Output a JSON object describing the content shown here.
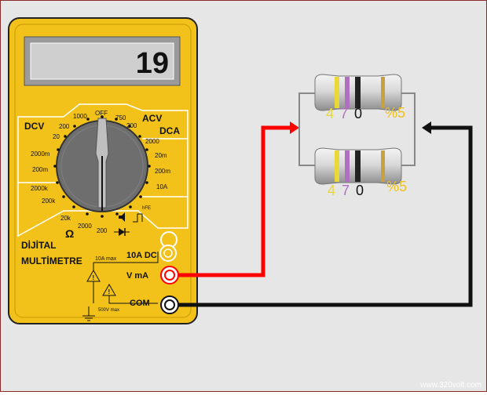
{
  "meter": {
    "display_value": "19",
    "brand_line1": "DİJİTAL",
    "brand_line2": "MULTİMETRE",
    "ranges": {
      "dcv": "DCV",
      "acv": "ACV",
      "dca": "DCA",
      "ohm": "Ω",
      "off": "OFF",
      "dcv_1000": "1000",
      "dcv_200": "200",
      "dcv_20": "20",
      "dcv_2000m": "2000m",
      "dcv_200m": "200m",
      "ohm_2000k": "2000k",
      "ohm_200k": "200k",
      "ohm_20k": "20k",
      "ohm_2000": "2000",
      "ohm_200": "200",
      "acv_750": "750",
      "acv_200": "200",
      "dca_2000": "2000",
      "dca_20m": "20m",
      "dca_200m": "200m",
      "dca_10a": "10A",
      "hfe": "hFE"
    },
    "jacks": {
      "a10_label": "10A DC",
      "a10_max": "10A max",
      "vma_label": "V mA",
      "com_label": "COM",
      "max500": "500V max"
    }
  },
  "resistors": [
    {
      "digit1": "4",
      "digit2": "7",
      "digit3": "0",
      "tolerance": "%5"
    },
    {
      "digit1": "4",
      "digit2": "7",
      "digit3": "0",
      "tolerance": "%5"
    }
  ],
  "colors": {
    "meter_body": "#f2c21a",
    "display_bg": "#cfcfcf",
    "dial": "#6e6e6e",
    "probe_red": "#ff0000",
    "probe_black": "#111111",
    "digit_4": "#e8d838",
    "digit_7": "#b070c0",
    "digit_0": "#111111",
    "tolerance": "#f0c020"
  },
  "watermark": "www.320volt.com"
}
